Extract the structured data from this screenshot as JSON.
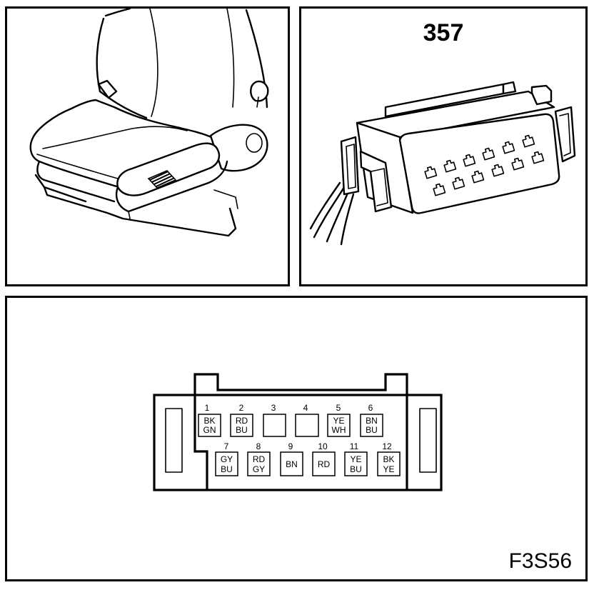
{
  "connector": {
    "number": "357"
  },
  "figure_code": "F3S56",
  "pinout": {
    "pins": [
      {
        "number": "1",
        "wire": [
          "BK",
          "GN"
        ]
      },
      {
        "number": "2",
        "wire": [
          "RD",
          "BU"
        ]
      },
      {
        "number": "3",
        "wire": []
      },
      {
        "number": "4",
        "wire": []
      },
      {
        "number": "5",
        "wire": [
          "YE",
          "WH"
        ]
      },
      {
        "number": "6",
        "wire": [
          "BN",
          "BU"
        ]
      },
      {
        "number": "7",
        "wire": [
          "GY",
          "BU"
        ]
      },
      {
        "number": "8",
        "wire": [
          "RD",
          "GY"
        ]
      },
      {
        "number": "9",
        "wire": [
          "BN"
        ]
      },
      {
        "number": "10",
        "wire": [
          "RD"
        ]
      },
      {
        "number": "11",
        "wire": [
          "YE",
          "BU"
        ]
      },
      {
        "number": "12",
        "wire": [
          "BK",
          "YE"
        ]
      }
    ]
  }
}
